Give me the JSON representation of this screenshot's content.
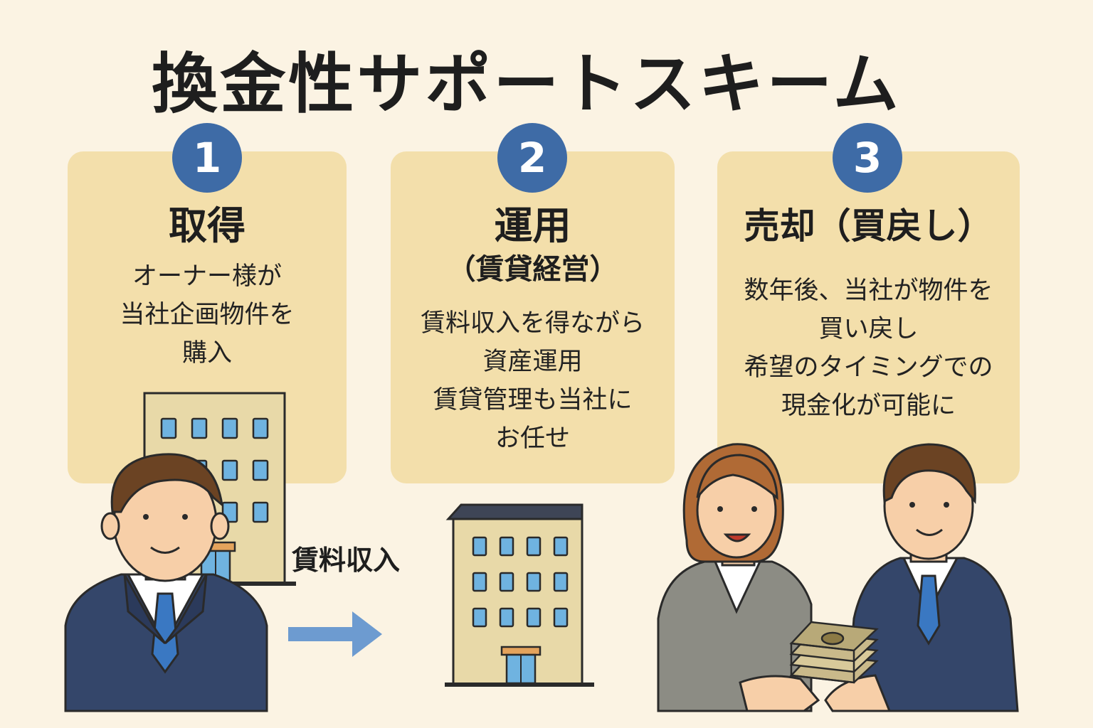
{
  "title": "換金性サポートスキーム",
  "steps": [
    {
      "number": "1",
      "title": "取得",
      "subtitle": "",
      "description": [
        "オーナー様が",
        "当社企画物件を",
        "購入"
      ]
    },
    {
      "number": "2",
      "title": "運用",
      "subtitle": "（賃貸経営）",
      "description": [
        "賃料収入を得ながら",
        "資産運用",
        "賃貸管理も当社に",
        "お任せ"
      ]
    },
    {
      "number": "3",
      "title": "売却（買戻し）",
      "subtitle": "",
      "description": [
        "数年後、当社が物件を",
        "買い戻し",
        "希望のタイミングでの",
        "現金化が可能に"
      ]
    }
  ],
  "flow_label": "賃料収入",
  "colors": {
    "background": "#fbf3e3",
    "card": "#f3dfab",
    "badge": "#3e6ba6",
    "arrow": "#6d9bd0",
    "building": "#e8d9a8",
    "window": "#6fb3e0"
  }
}
